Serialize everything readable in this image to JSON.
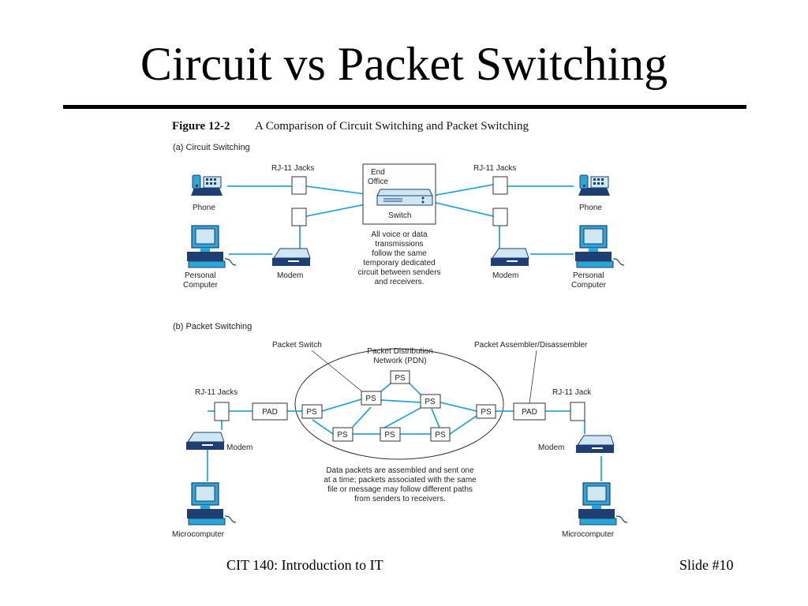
{
  "slide": {
    "title": "Circuit vs Packet Switching",
    "footer_course": "CIT 140: Introduction to IT",
    "footer_slide": "Slide #10"
  },
  "figure": {
    "number": "Figure 12-2",
    "caption": "A Comparison of Circuit Switching and Packet Switching",
    "colors": {
      "line": "#2aa7d6",
      "device_dark": "#1f3f73",
      "device_light": "#cfe7f3",
      "stroke": "#333333"
    },
    "circuit": {
      "heading": "(a) Circuit Switching",
      "left_jacks": "RJ-11 Jacks",
      "right_jacks": "RJ-11 Jacks",
      "end_office_1": "End",
      "end_office_2": "Office",
      "switch": "Switch",
      "phone_left": "Phone",
      "phone_right": "Phone",
      "pc_left_1": "Personal",
      "pc_left_2": "Computer",
      "pc_right_1": "Personal",
      "pc_right_2": "Computer",
      "modem_left": "Modem",
      "modem_right": "Modem",
      "note": [
        "All voice or data",
        "transmissions",
        "follow the same",
        "temporary dedicated",
        "circuit between senders",
        "and receivers."
      ]
    },
    "packet": {
      "heading": "(b) Packet Switching",
      "packet_switch": "Packet Switch",
      "pdn_1": "Packet Distribution",
      "pdn_2": "Network (PDN)",
      "pad_full": "Packet Assembler/Disassembler",
      "left_jacks": "RJ-11 Jacks",
      "right_jack": "RJ-11 Jack",
      "pad": "PAD",
      "ps": "PS",
      "modem_left": "Modem",
      "modem_right": "Modem",
      "micro_left": "Microcomputer",
      "micro_right": "Microcomputer",
      "note": [
        "Data packets are assembled and sent one",
        "at a time; packets associated with the same",
        "file or message may follow different paths",
        "from senders to receivers."
      ]
    }
  }
}
